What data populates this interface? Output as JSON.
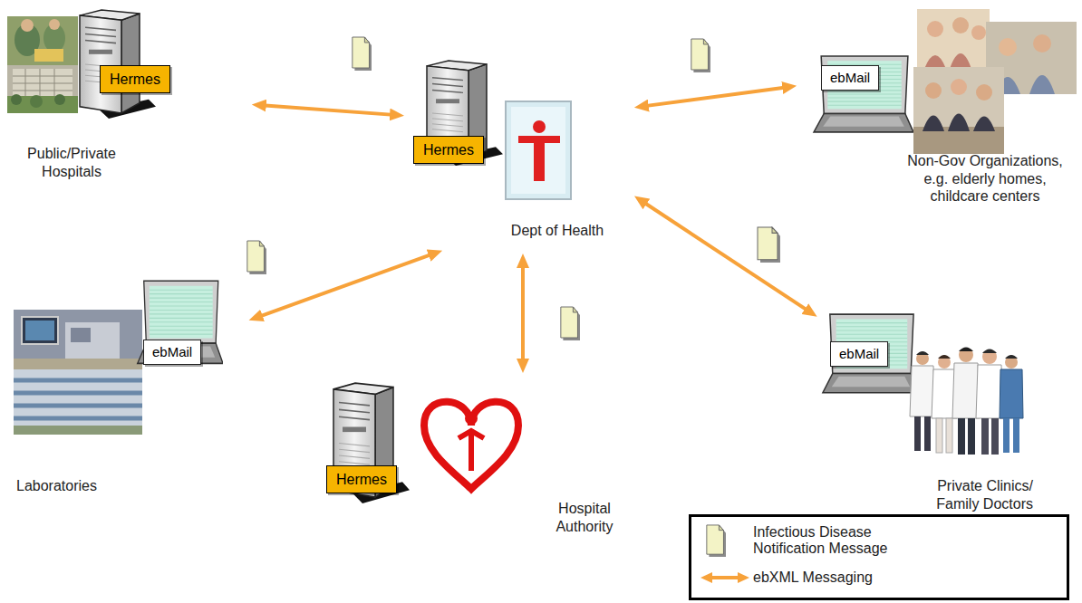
{
  "diagram": {
    "nodes": [
      {
        "text": [
          "Public/Private Hospitals"
        ]
      },
      {
        "text": [
          "Hermes"
        ],
        "in": 0
      },
      {
        "text": [
          "Dept of Health"
        ]
      },
      {
        "text": [
          "Hermes"
        ],
        "in": 2
      },
      {
        "text": [
          "Non-Gov Organizations, e.g. elderly homes, childcare centers"
        ]
      },
      {
        "text": [
          "ebMail"
        ],
        "in": 4
      },
      {
        "text": [
          "Laboratories"
        ]
      },
      {
        "text": [
          "ebMail"
        ],
        "in": 6
      },
      {
        "text": [
          "Hospital Authority"
        ]
      },
      {
        "text": [
          "Hermes"
        ],
        "in": 8
      },
      {
        "text": [
          "Private Clinics/ Family Doctors"
        ]
      },
      {
        "text": [
          "ebMail"
        ],
        "in": 10
      }
    ],
    "edges": [
      {
        "from": 0,
        "to": 2,
        "arrow": "both"
      },
      {
        "from": 2,
        "to": 4,
        "arrow": "both"
      },
      {
        "from": 2,
        "to": 6,
        "arrow": "both"
      },
      {
        "from": 2,
        "to": 8,
        "arrow": "both"
      },
      {
        "from": 2,
        "to": 10,
        "arrow": "both"
      }
    ],
    "legend": [
      {
        "text": "Infectious Disease Notification Message"
      },
      {
        "text": "ebXML Messaging"
      }
    ]
  }
}
